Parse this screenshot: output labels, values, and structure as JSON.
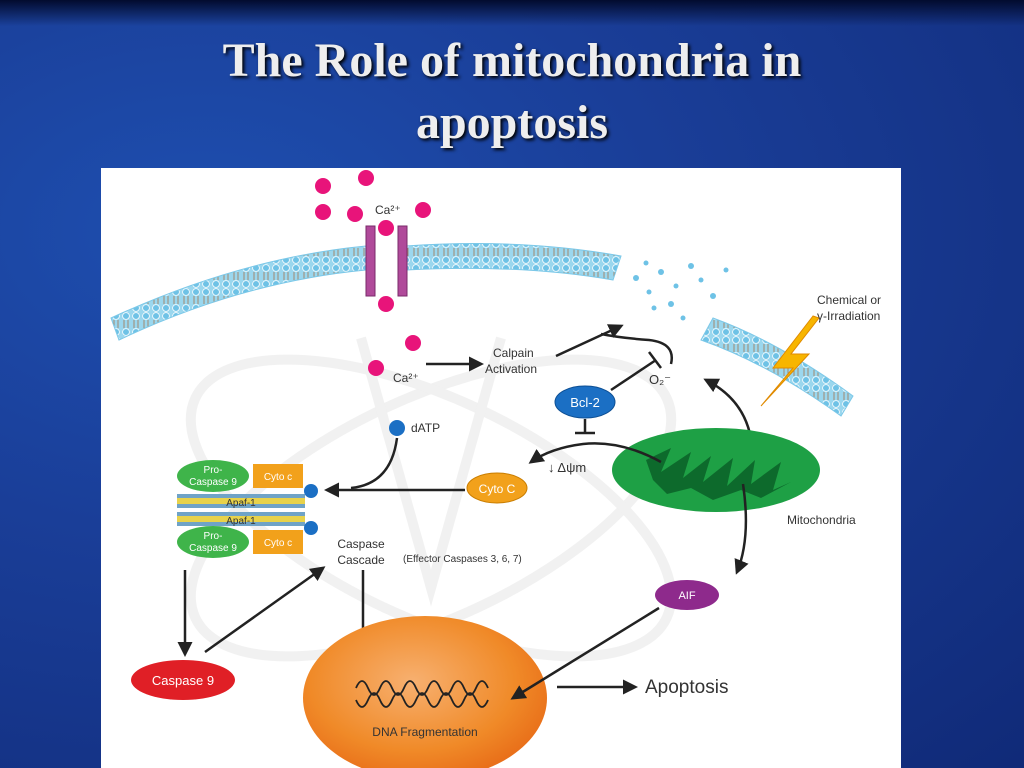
{
  "slide": {
    "title_line1": "The Role of mitochondria in",
    "title_line2": "apoptosis"
  },
  "diagram": {
    "ca_top": "Ca²⁺",
    "ca_inside": "Ca²⁺",
    "calpain_line1": "Calpain",
    "calpain_line2": "Activation",
    "chemical_line1": "Chemical or",
    "chemical_line2": "γ-Irradiation",
    "superoxide": "O₂⁻",
    "bcl2": "Bcl-2",
    "datp": "dATP",
    "delta_psi": "↓ Δψm",
    "cyto_c_free": "Cyto C",
    "mitochondria": "Mitochondria",
    "pro_caspase_line1": "Pro-",
    "pro_caspase_line2": "Caspase 9",
    "cyto_c_small": "Cyto c",
    "apaf1": "Apaf-1",
    "caspase_cascade_line1": "Caspase",
    "caspase_cascade_line2": "Cascade",
    "effector_caspases": "(Effector Caspases 3, 6, 7)",
    "aif": "AIF",
    "caspase9": "Caspase 9",
    "dna_fragmentation": "DNA Fragmentation",
    "apoptosis": "Apoptosis"
  },
  "colors": {
    "background": "#1a3e98",
    "membrane": "#7cc8e8",
    "calcium": "#e8147a",
    "channel": "#b04a9a",
    "bcl2": "#1b6fc4",
    "cyto_c": "#f2a11b",
    "mitochondria": "#1ea045",
    "pro_caspase": "#3fb44a",
    "aif": "#8e2a8c",
    "caspase9": "#e01f26",
    "nucleus": "#f08a28",
    "lightning": "#f7b500"
  }
}
